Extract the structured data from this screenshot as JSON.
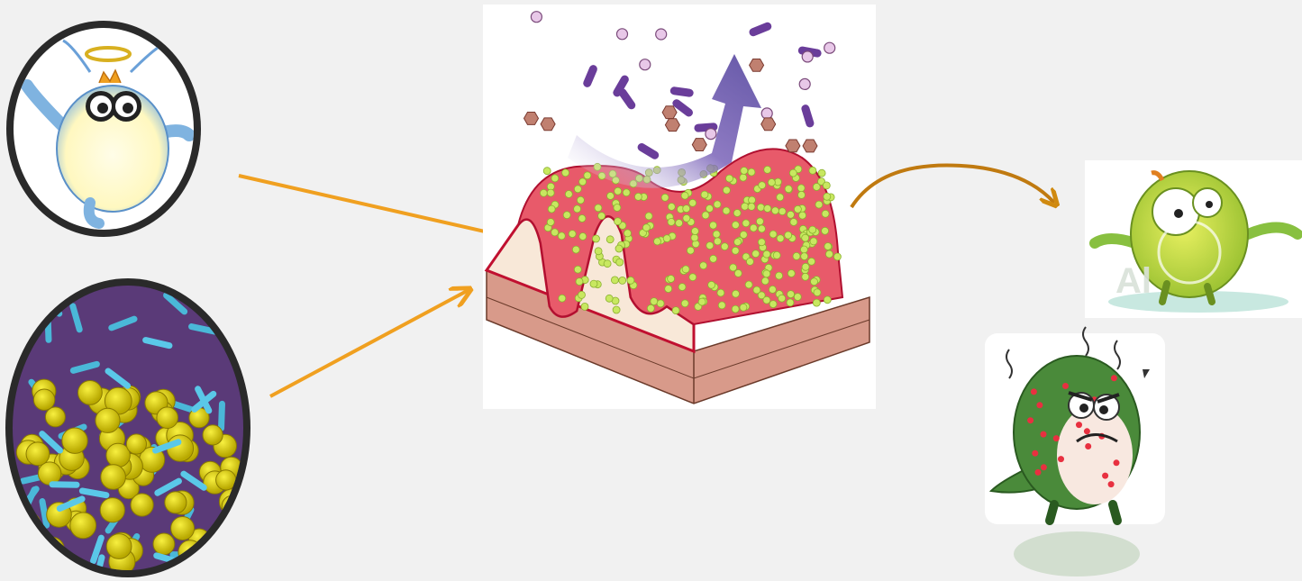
{
  "diagram": {
    "background": "#f1f1f1",
    "arrow_color": "#f0a020",
    "curved_arrow_color": "#c07a10",
    "tissue_color": "#e85a6a",
    "granule_color": "#c8e860",
    "microbe_colors": {
      "rod": "#6a3d9a",
      "cocci": "#d8b8d8",
      "virus": "#c08070"
    },
    "nodes": [
      {
        "id": "good-microbe",
        "icon": "angel-microbe-cartoon"
      },
      {
        "id": "gut-flora",
        "icon": "bacteria-micrograph"
      },
      {
        "id": "intestinal-mucosa",
        "icon": "intestinal-villus-illustration"
      },
      {
        "id": "sick-microbe",
        "icon": "sick-microbe-cartoon",
        "watermark": "Al"
      },
      {
        "id": "bad-microbe",
        "icon": "grumpy-microbe-cartoon"
      }
    ]
  }
}
